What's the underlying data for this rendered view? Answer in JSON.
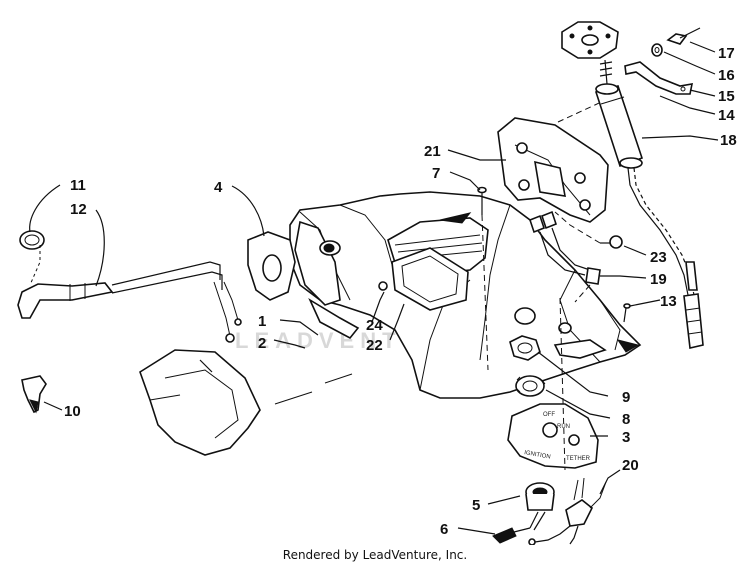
{
  "footer": {
    "text": "Rendered by LeadVenture, Inc."
  },
  "watermark": {
    "text": "LEADVENTURE"
  },
  "panel_labels": {
    "off": "OFF",
    "run": "RUN",
    "ignition": "IGNITION",
    "tether": "TETHER"
  },
  "callouts": [
    {
      "id": "1",
      "text": "1"
    },
    {
      "id": "2",
      "text": "2"
    },
    {
      "id": "3",
      "text": "3"
    },
    {
      "id": "4",
      "text": "4"
    },
    {
      "id": "5",
      "text": "5"
    },
    {
      "id": "6",
      "text": "6"
    },
    {
      "id": "7",
      "text": "7"
    },
    {
      "id": "8",
      "text": "8"
    },
    {
      "id": "9",
      "text": "9"
    },
    {
      "id": "10",
      "text": "10"
    },
    {
      "id": "11",
      "text": "11"
    },
    {
      "id": "12",
      "text": "12"
    },
    {
      "id": "13",
      "text": "13"
    },
    {
      "id": "14",
      "text": "14"
    },
    {
      "id": "15",
      "text": "15"
    },
    {
      "id": "16",
      "text": "16"
    },
    {
      "id": "17",
      "text": "17"
    },
    {
      "id": "18",
      "text": "18"
    },
    {
      "id": "19",
      "text": "19"
    },
    {
      "id": "20",
      "text": "20"
    },
    {
      "id": "21",
      "text": "21"
    },
    {
      "id": "22",
      "text": "22"
    },
    {
      "id": "23",
      "text": "23"
    },
    {
      "id": "24",
      "text": "24"
    }
  ]
}
